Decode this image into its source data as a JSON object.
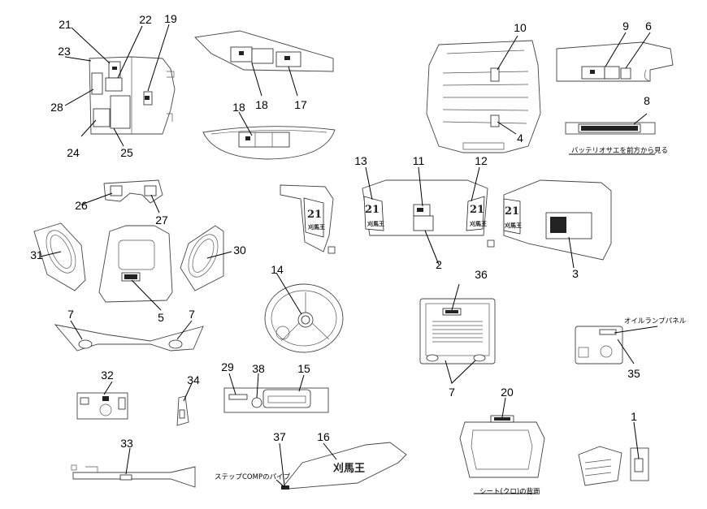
{
  "callouts": [
    {
      "id": "c1",
      "label": "1"
    },
    {
      "id": "c2",
      "label": "2"
    },
    {
      "id": "c3",
      "label": "3"
    },
    {
      "id": "c4",
      "label": "4"
    },
    {
      "id": "c5",
      "label": "5"
    },
    {
      "id": "c6",
      "label": "6"
    },
    {
      "id": "c7a",
      "label": "7"
    },
    {
      "id": "c7b",
      "label": "7"
    },
    {
      "id": "c7c",
      "label": "7"
    },
    {
      "id": "c8",
      "label": "8"
    },
    {
      "id": "c9",
      "label": "9"
    },
    {
      "id": "c10",
      "label": "10"
    },
    {
      "id": "c11",
      "label": "11"
    },
    {
      "id": "c12",
      "label": "12"
    },
    {
      "id": "c13",
      "label": "13"
    },
    {
      "id": "c14",
      "label": "14"
    },
    {
      "id": "c15",
      "label": "15"
    },
    {
      "id": "c16",
      "label": "16"
    },
    {
      "id": "c17",
      "label": "17"
    },
    {
      "id": "c18a",
      "label": "18"
    },
    {
      "id": "c18b",
      "label": "18"
    },
    {
      "id": "c19",
      "label": "19"
    },
    {
      "id": "c20",
      "label": "20"
    },
    {
      "id": "c21",
      "label": "21"
    },
    {
      "id": "c22",
      "label": "22"
    },
    {
      "id": "c23",
      "label": "23"
    },
    {
      "id": "c24",
      "label": "24"
    },
    {
      "id": "c25",
      "label": "25"
    },
    {
      "id": "c26",
      "label": "26"
    },
    {
      "id": "c27",
      "label": "27"
    },
    {
      "id": "c28",
      "label": "28"
    },
    {
      "id": "c29",
      "label": "29"
    },
    {
      "id": "c30",
      "label": "30"
    },
    {
      "id": "c31",
      "label": "31"
    },
    {
      "id": "c32",
      "label": "32"
    },
    {
      "id": "c33",
      "label": "33"
    },
    {
      "id": "c34",
      "label": "34"
    },
    {
      "id": "c35",
      "label": "35"
    },
    {
      "id": "c36",
      "label": "36"
    },
    {
      "id": "c37",
      "label": "37"
    },
    {
      "id": "c38",
      "label": "38"
    }
  ],
  "notes": {
    "battery_note": "バッテリオサエを前方から見る",
    "oil_lamp_panel": "オイルランプパネル",
    "seat_back": "シート(クロ)の背面",
    "step_pipe": "ステップCOMPのパイプ"
  },
  "decal_text": {
    "model_number": "21",
    "brand_name": "刈馬王"
  }
}
